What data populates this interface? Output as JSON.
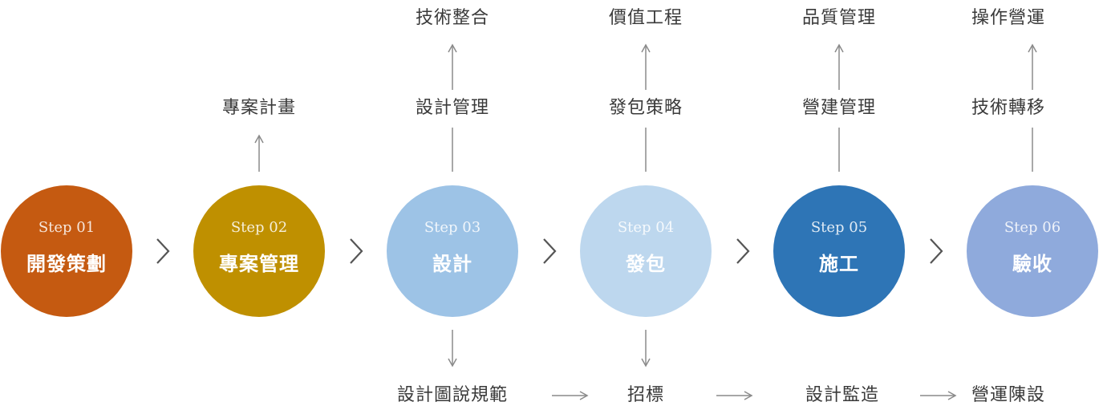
{
  "steps": [
    {
      "no": "Step 01",
      "name": "開發策劃",
      "color": "#c55a11"
    },
    {
      "no": "Step 02",
      "name": "專案管理",
      "color": "#bf9000"
    },
    {
      "no": "Step 03",
      "name": "設計",
      "color": "#9dc3e6"
    },
    {
      "no": "Step 04",
      "name": "發包",
      "color": "#bdd7ee"
    },
    {
      "no": "Step 05",
      "name": "施工",
      "color": "#2e75b6"
    },
    {
      "no": "Step 06",
      "name": "驗收",
      "color": "#8faadc"
    }
  ],
  "upper": {
    "step02": "專案計畫",
    "step03": {
      "mid": "設計管理",
      "top": "技術整合"
    },
    "step04": {
      "mid": "發包策略",
      "top": "價值工程"
    },
    "step05": {
      "mid": "營建管理",
      "top": "品質管理"
    },
    "step06": {
      "mid": "技術轉移",
      "top": "操作營運"
    }
  },
  "lower": {
    "step03": "設計圖說規範",
    "step04": "招標",
    "step05": "設計監造",
    "step06": "營運陳設"
  },
  "colors": {
    "arrow": "#8a8a8a",
    "chevron": "#555555",
    "text": "#3a3a3a"
  }
}
